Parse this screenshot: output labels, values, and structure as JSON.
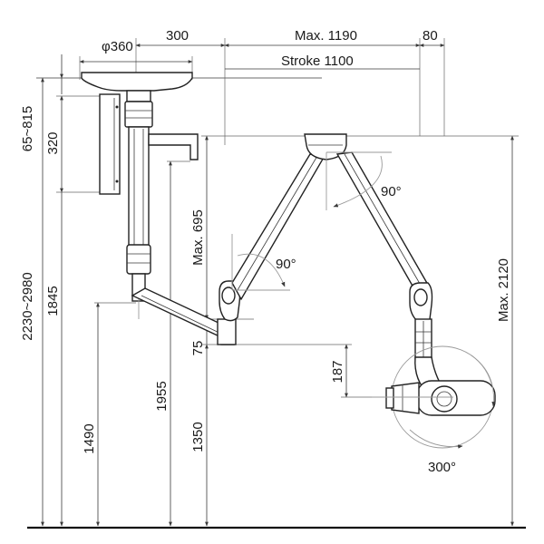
{
  "dimensions": {
    "ceiling_gap": "65~815",
    "plate_diameter": "φ360",
    "offset_300": "300",
    "max_reach": "Max. 1190",
    "offset_80": "80",
    "stroke": "Stroke 1100",
    "bracket_height": "320",
    "total_height": "2230~2980",
    "height_1845": "1845",
    "max_695": "Max. 695",
    "angle_upper": "90°",
    "angle_lower": "90°",
    "max_2120": "Max. 2120",
    "height_1490": "1490",
    "height_1955": "1955",
    "dim_75": "75",
    "height_1350": "1350",
    "dim_187": "187",
    "rotation": "300°"
  },
  "colors": {
    "line": "#1a1a1a",
    "part_fill": "#ffffff",
    "shade": "#cfcfcf",
    "guide": "#9a9a9a"
  }
}
